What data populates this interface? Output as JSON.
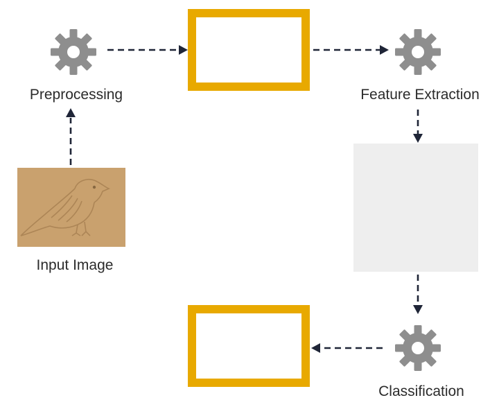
{
  "stages": {
    "input_image": {
      "label": "Input Image",
      "icon": "bird-photo-thumbnail"
    },
    "preprocessing": {
      "label": "Preprocessing",
      "icon": "gear-icon"
    },
    "feature_extraction": {
      "label": "Feature Extraction",
      "icon": "gear-icon"
    },
    "classification": {
      "label": "Classification",
      "icon": "gear-icon"
    }
  },
  "colors": {
    "gear": "#8e8e8e",
    "arrow": "#1f2537",
    "output_box_border": "#e8a900",
    "feature_panel": "#eeeeee",
    "photo_background": "#c9a16e",
    "text": "#2b2b2b"
  }
}
